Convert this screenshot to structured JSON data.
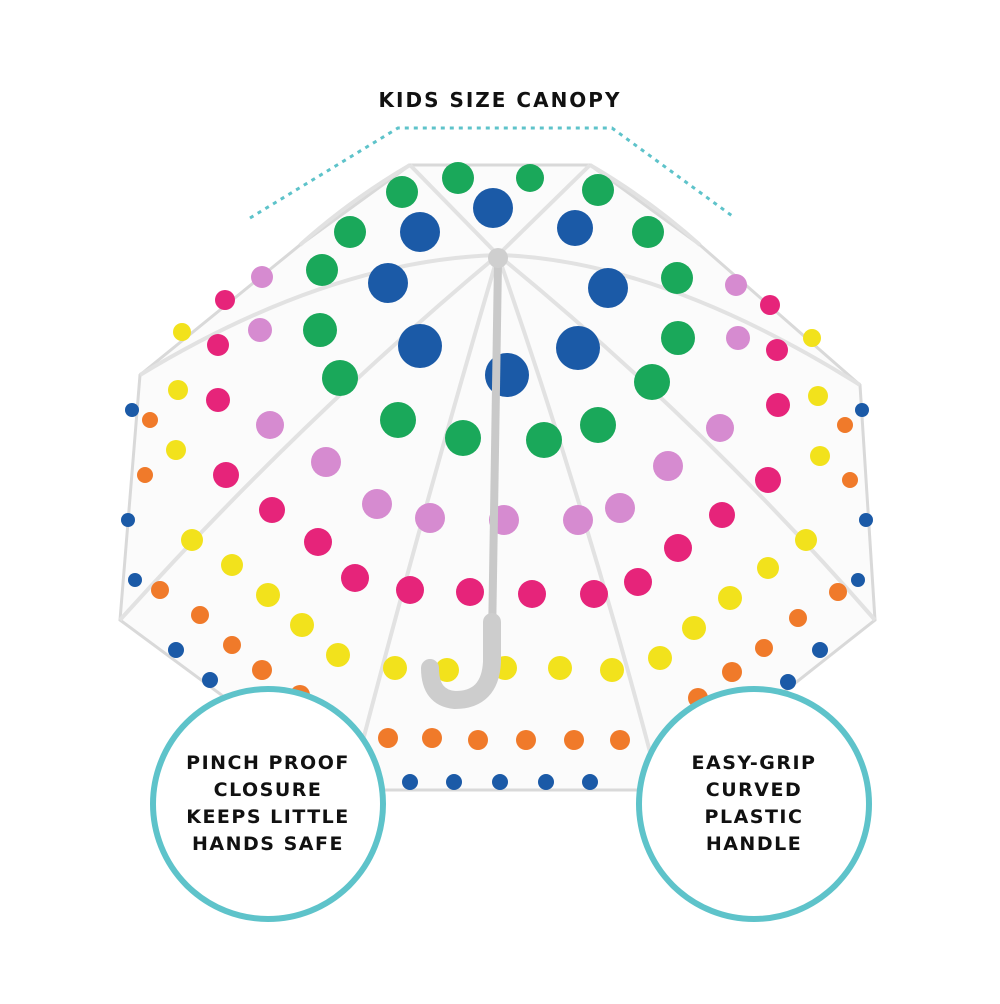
{
  "canopy_label": "KIDS SIZE CANOPY",
  "callouts": {
    "left": [
      "PINCH PROOF",
      "CLOSURE",
      "KEEPS LITTLE",
      "HANDS SAFE"
    ],
    "right": [
      "EASY-GRIP",
      "CURVED",
      "PLASTIC",
      "HANDLE"
    ]
  },
  "colors": {
    "accent": "#5ec3ca",
    "dot_navy": "#1b5aa7",
    "dot_green": "#1aa85a",
    "dot_orchid": "#d68bd0",
    "dot_magenta": "#e6247a",
    "dot_yellow": "#f2e21c",
    "dot_orange": "#f07a2a"
  }
}
